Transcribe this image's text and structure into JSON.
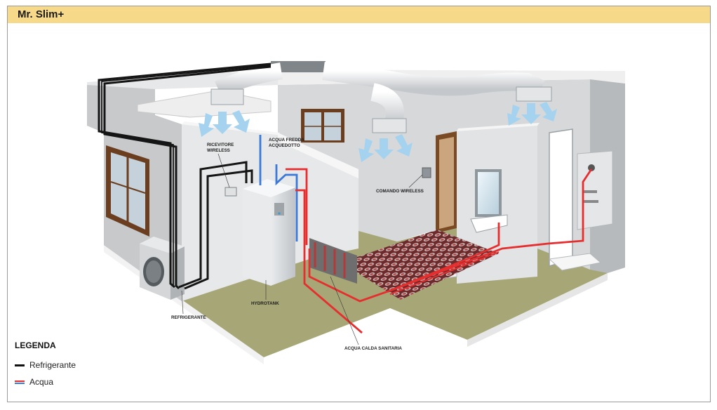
{
  "header": {
    "title": "Mr. Slim+",
    "bar_color": "#f7d98a"
  },
  "diagram": {
    "labels": {
      "ricevitore": [
        "RICEVITORE",
        "WIRELESS"
      ],
      "acqua_fredda": [
        "ACQUA FREDDA",
        "ACQUEDOTTO"
      ],
      "comando": "COMANDO WIRELESS",
      "hydrotank": "HYDROTANK",
      "refrigerante": "REFRIGERANTE",
      "acqua_calda": "ACQUA CALDA SANITARIA"
    }
  },
  "legend": {
    "title": "LEGENDA",
    "items": [
      {
        "label": "Refrigerante",
        "color": "#111111"
      },
      {
        "label": "Acqua",
        "colors": [
          "#e62e2e",
          "#3b78d8"
        ]
      }
    ]
  }
}
